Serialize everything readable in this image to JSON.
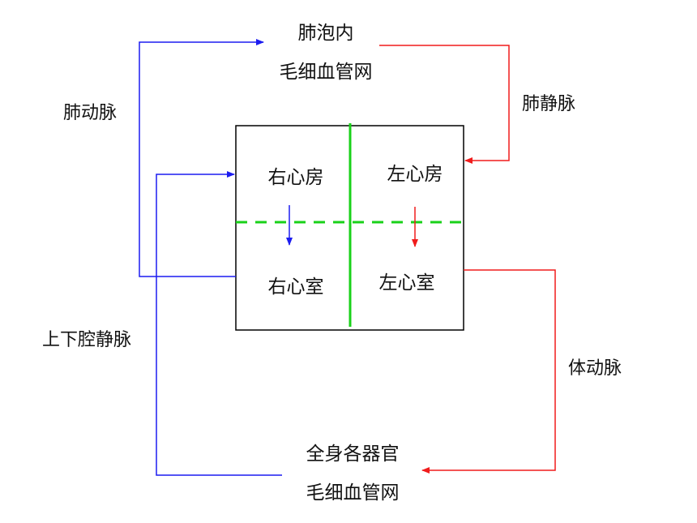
{
  "nodes": {
    "lung_capillaries": {
      "line1": "肺泡内",
      "line2": "毛细血管网"
    },
    "body_capillaries": {
      "line1": "全身各器官",
      "line2": "毛细血管网"
    },
    "right_atrium": "右心房",
    "left_atrium": "左心房",
    "right_ventricle": "右心室",
    "left_ventricle": "左心室"
  },
  "vessels": {
    "pulmonary_artery": "肺动脉",
    "pulmonary_vein": "肺静脉",
    "aorta": "体动脉",
    "vena_cava": "上下腔静脉"
  },
  "colors": {
    "deoxygenated_blue": "#1c1cf0",
    "oxygenated_red": "#f01c1c",
    "septum_green": "#19d119",
    "heart_outline": "#000000"
  }
}
